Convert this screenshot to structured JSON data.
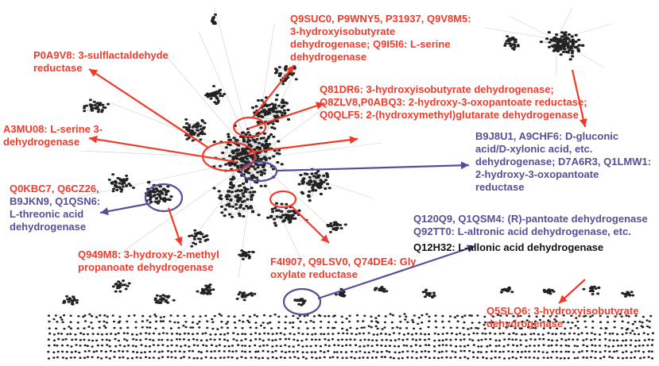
{
  "colors": {
    "red": "#ef3b2c",
    "blue": "#5b4c9a",
    "black": "#111111",
    "node": "#222222",
    "edge": "#cfcfcf"
  },
  "labels": {
    "p0a9v8": [
      "P0A9V8: 3-sulflactaldehyde",
      "reductase"
    ],
    "q9suc0": [
      "Q9SUC0, P9WNY5, P31937, Q9V8M5:",
      "3-hydroxyisobutyrate",
      "dehydrogenase; Q9I5I6: L-serine",
      "dehydrogenase"
    ],
    "q81dr6": [
      "Q81DR6: 3-hydroxyisobutyrate dehydrogenase;",
      "Q8ZLV8,P0ABQ3: 2-hydroxy-3-oxopantoate reductase;",
      "Q0QLF5: 2-(hydroxymethyl)glutarate dehydrogenase"
    ],
    "a3mu08": [
      "A3MU08: L-serine 3-",
      "dehydrogenase"
    ],
    "b9j8u1": [
      "B9J8U1, A9CHF6: D-gluconic",
      "acid/D-xylonic acid, etc.",
      "dehydrogenase; D7A6R3, Q1LMW1:",
      "2-hydroxy-3-oxopantoate",
      "reductase"
    ],
    "q0kbc7": [
      "Q0KBC7, Q6CZ26,",
      "B9JKN9, Q1QSN6:",
      "L-threonic acid",
      "dehydrogenase"
    ],
    "q120q9": [
      "Q120Q9, Q1QSM4: (R)-pantoate dehydrogenase",
      "Q92TT0: L-altronic acid dehydrogenase, etc."
    ],
    "q12h32": [
      "Q12H32: L-allonic acid dehydrogenase"
    ],
    "q949m8": [
      "Q949M8: 3-hydroxy-2-methyl",
      "propanoate dehydrogenase"
    ],
    "f4i907": [
      "F4I907, Q9LSV0, Q74DE4: Gly",
      "oxylate reductase"
    ],
    "q5slq6": [
      "Q5SLQ6: 3-hydroxyisobutyrate",
      "dehydrogenase"
    ]
  }
}
